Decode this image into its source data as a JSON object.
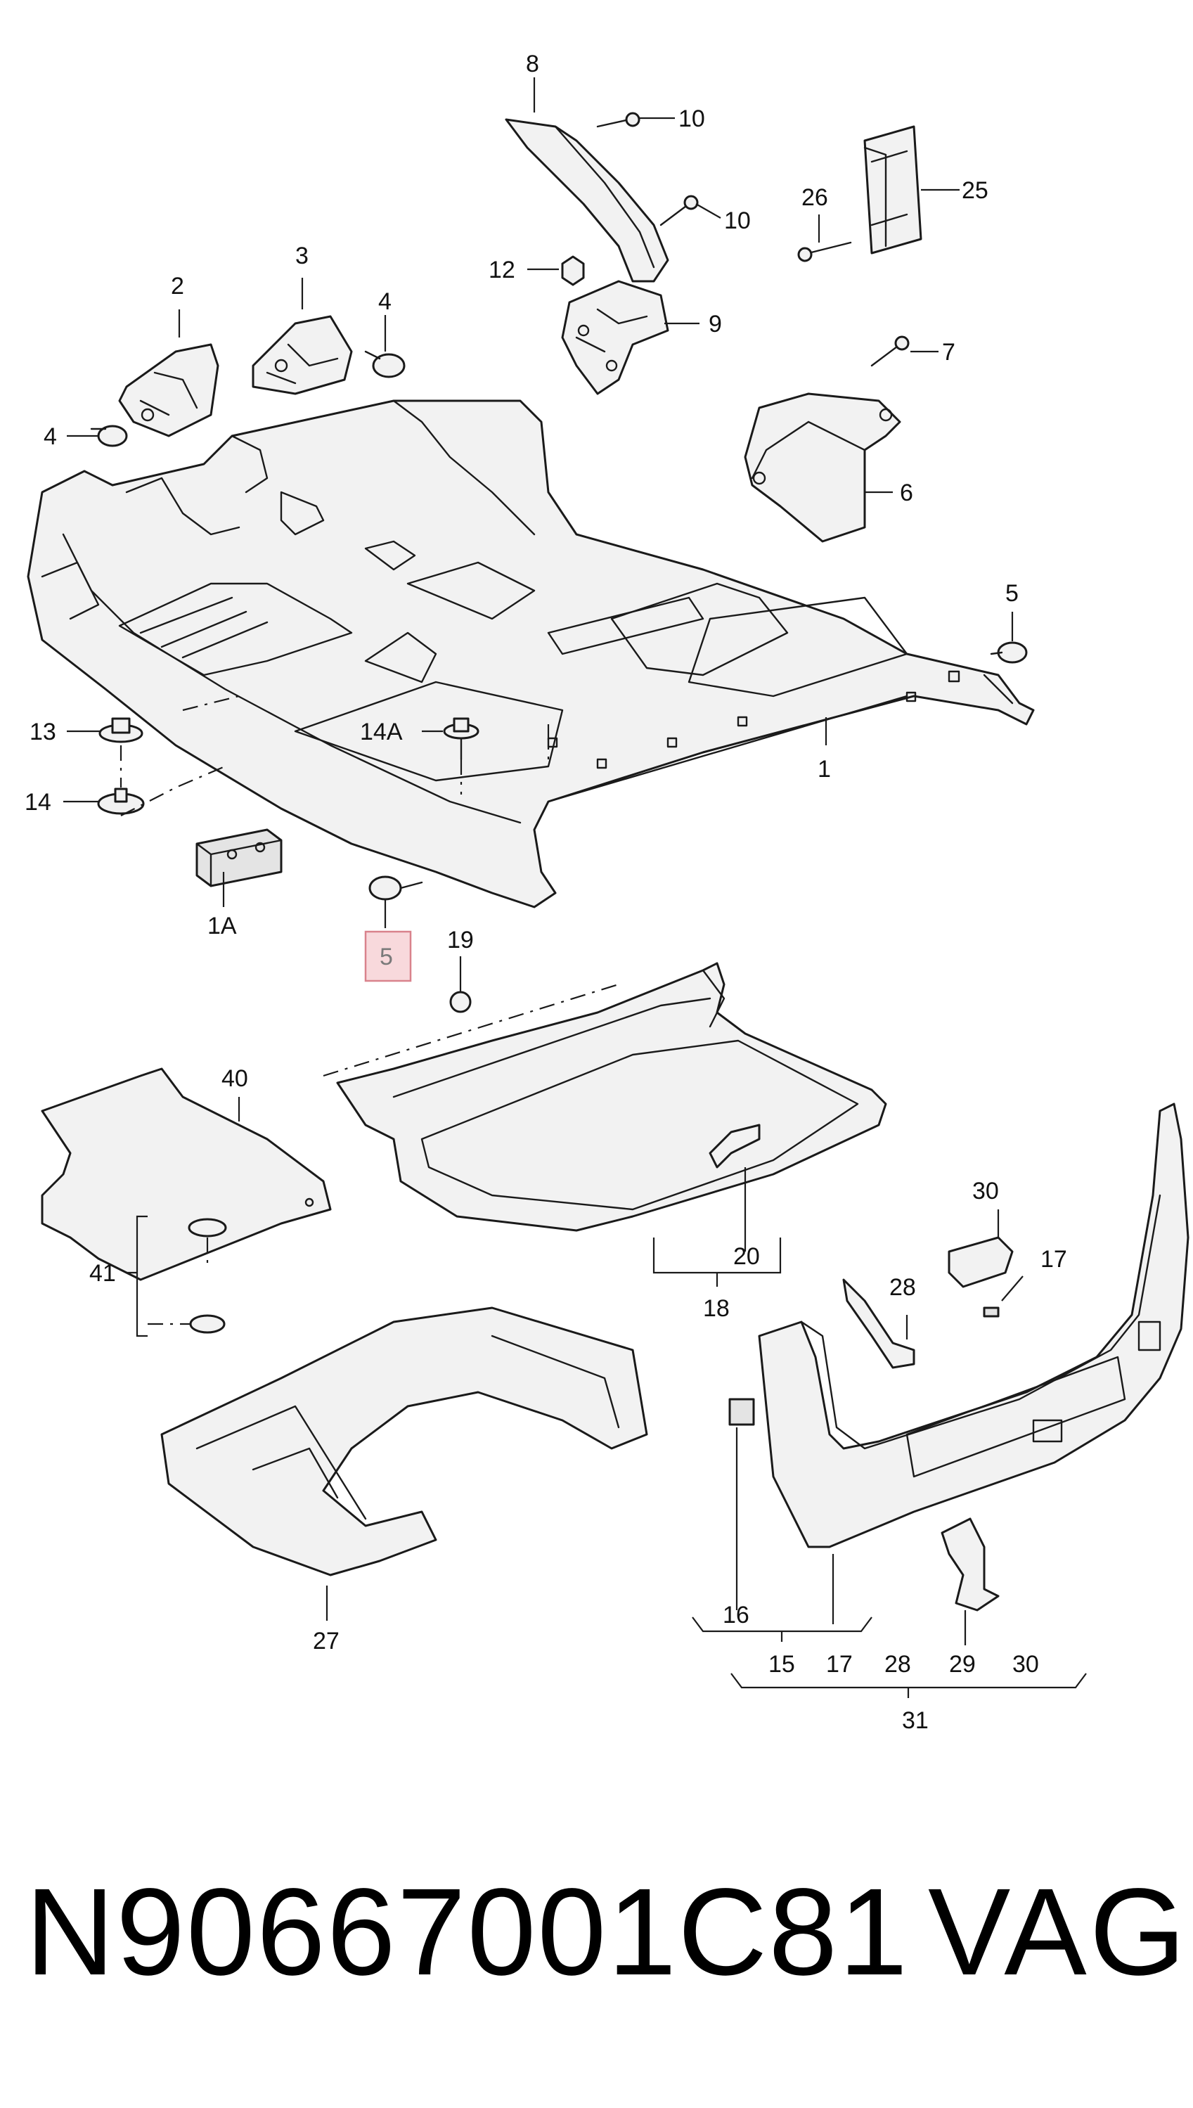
{
  "labels": {
    "l1": "1",
    "l1a": "1A",
    "l2": "2",
    "l3": "3",
    "l4a": "4",
    "l4b": "4",
    "l5a": "5",
    "l5b": "5",
    "l6": "6",
    "l7": "7",
    "l8": "8",
    "l9": "9",
    "l10a": "10",
    "l10b": "10",
    "l12": "12",
    "l13": "13",
    "l14": "14",
    "l14a": "14A",
    "l15": "15",
    "l16": "16",
    "l17a": "17",
    "l17b": "17",
    "l18": "18",
    "l19": "19",
    "l20": "20",
    "l25": "25",
    "l26": "26",
    "l27": "27",
    "l28a": "28",
    "l28b": "28",
    "l29": "29",
    "l30a": "30",
    "l30b": "30",
    "l31": "31",
    "l40": "40",
    "l41": "41"
  },
  "highlighted_label": "5",
  "highlight_color": "#f8d9dc",
  "footer": {
    "part_number": "N90667001C81",
    "brand": "VAG"
  }
}
